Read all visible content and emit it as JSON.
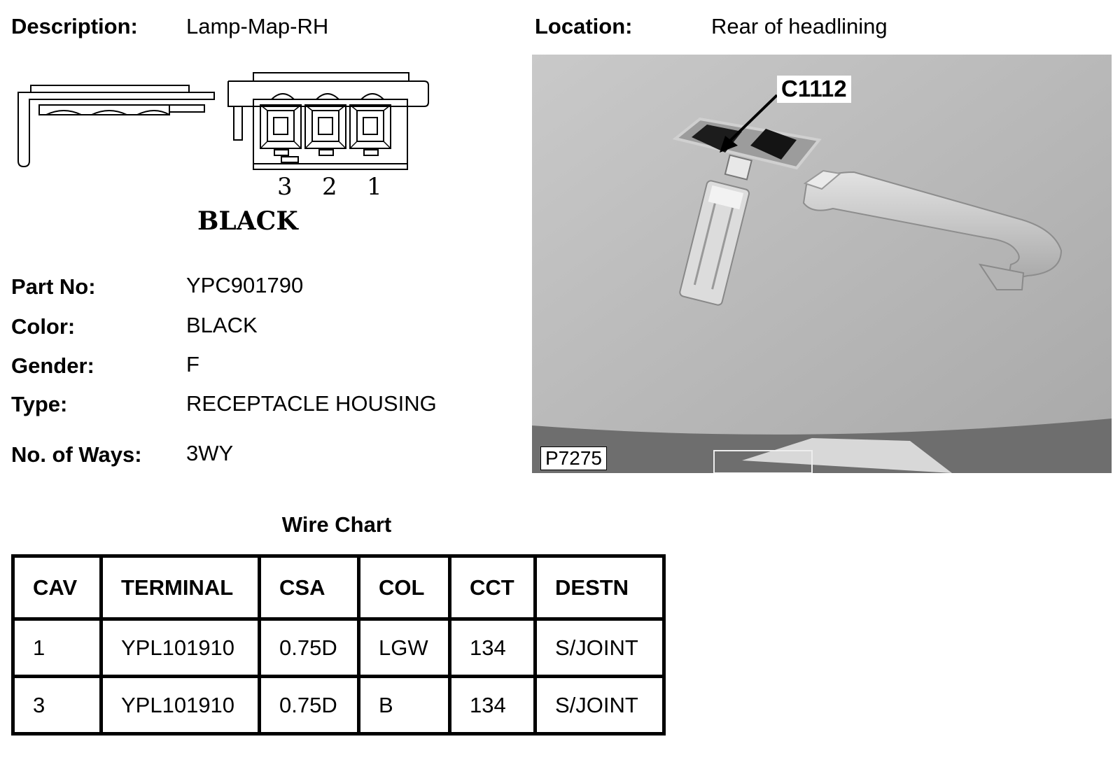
{
  "header": {
    "description_label": "Description:",
    "description_value": "Lamp-Map-RH",
    "location_label": "Location:",
    "location_value": "Rear of headlining"
  },
  "connector_diagram": {
    "pins": [
      "3",
      "2",
      "1"
    ],
    "housing_color_text": "BLACK"
  },
  "details": [
    {
      "label": "Part No:",
      "value": "YPC901790"
    },
    {
      "label": "Color:",
      "value": "BLACK"
    },
    {
      "label": "Gender:",
      "value": "F"
    },
    {
      "label": "Type:",
      "value": "RECEPTACLE HOUSING"
    },
    {
      "label": "No. of Ways:",
      "value": "3WY"
    }
  ],
  "photo": {
    "callout": "C1112",
    "reference": "P7275"
  },
  "wire_chart": {
    "title": "Wire Chart",
    "columns": [
      "CAV",
      "TERMINAL",
      "CSA",
      "COL",
      "CCT",
      "DESTN"
    ],
    "rows": [
      [
        "1",
        "YPL101910",
        "0.75D",
        "LGW",
        "134",
        "S/JOINT"
      ],
      [
        "3",
        "YPL101910",
        "0.75D",
        "B",
        "134",
        "S/JOINT"
      ]
    ]
  }
}
